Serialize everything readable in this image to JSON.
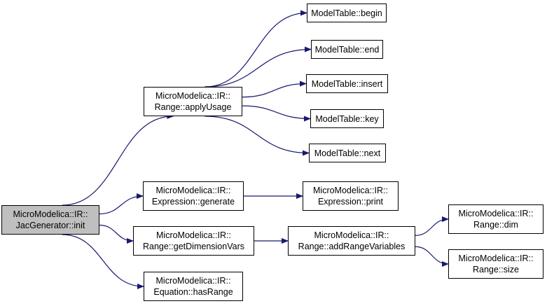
{
  "colors": {
    "edge": "#191970",
    "root_fill": "#bfbfbf",
    "node_fill": "#ffffff",
    "border": "#000000"
  },
  "nodes": {
    "jac_init": {
      "line1": "MicroModelica::IR::",
      "line2": "JacGenerator::init"
    },
    "apply_usage": {
      "line1": "MicroModelica::IR::",
      "line2": "Range::applyUsage"
    },
    "mt_begin": {
      "line1": "ModelTable::begin"
    },
    "mt_end": {
      "line1": "ModelTable::end"
    },
    "mt_insert": {
      "line1": "ModelTable::insert"
    },
    "mt_key": {
      "line1": "ModelTable::key"
    },
    "mt_next": {
      "line1": "ModelTable::next"
    },
    "expr_generate": {
      "line1": "MicroModelica::IR::",
      "line2": "Expression::generate"
    },
    "expr_print": {
      "line1": "MicroModelica::IR::",
      "line2": "Expression::print"
    },
    "get_dim_vars": {
      "line1": "MicroModelica::IR::",
      "line2": "Range::getDimensionVars"
    },
    "add_range_vars": {
      "line1": "MicroModelica::IR::",
      "line2": "Range::addRangeVariables"
    },
    "range_dim": {
      "line1": "MicroModelica::IR::",
      "line2": "Range::dim"
    },
    "range_size": {
      "line1": "MicroModelica::IR::",
      "line2": "Range::size"
    },
    "eq_has_range": {
      "line1": "MicroModelica::IR::",
      "line2": "Equation::hasRange"
    }
  },
  "edges": [
    [
      "jac_init",
      "apply_usage"
    ],
    [
      "jac_init",
      "expr_generate"
    ],
    [
      "jac_init",
      "get_dim_vars"
    ],
    [
      "jac_init",
      "eq_has_range"
    ],
    [
      "apply_usage",
      "mt_begin"
    ],
    [
      "apply_usage",
      "mt_end"
    ],
    [
      "apply_usage",
      "mt_insert"
    ],
    [
      "apply_usage",
      "mt_key"
    ],
    [
      "apply_usage",
      "mt_next"
    ],
    [
      "expr_generate",
      "expr_print"
    ],
    [
      "get_dim_vars",
      "add_range_vars"
    ],
    [
      "add_range_vars",
      "range_dim"
    ],
    [
      "add_range_vars",
      "range_size"
    ]
  ]
}
